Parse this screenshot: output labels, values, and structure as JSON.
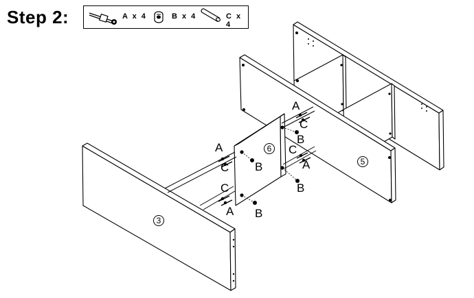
{
  "header": {
    "title": "Step 2:"
  },
  "parts": [
    {
      "icon": "cam-bolt-icon",
      "qty": "A x 4"
    },
    {
      "icon": "cam-lock-icon",
      "qty": "B x 4"
    },
    {
      "icon": "wooden-dowel-icon",
      "qty": "C x 4"
    }
  ],
  "panels": {
    "panel_3": "3",
    "panel_5": "5",
    "panel_6": "6"
  },
  "callouts": {
    "a": "A",
    "b": "B",
    "c": "C"
  }
}
